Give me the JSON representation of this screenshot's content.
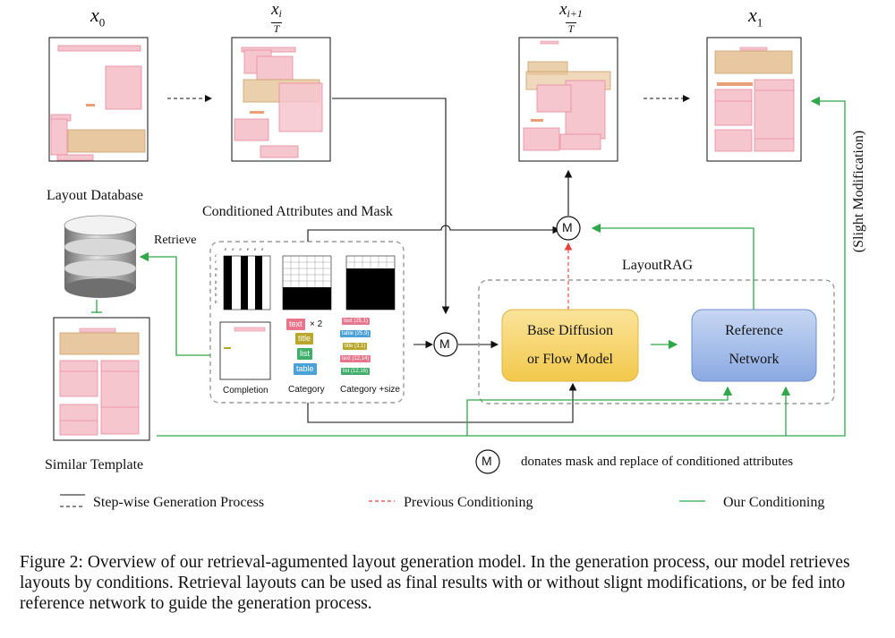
{
  "labels": {
    "x0": "x",
    "x0_sub": "0",
    "xi_top": "x",
    "xi_sub": "i",
    "xi_den": "T",
    "xi1_top": "x",
    "xi1_sub": "i+1",
    "xi1_den": "T",
    "x1": "x",
    "x1_sub": "1",
    "layout_database": "Layout Database",
    "retrieve": "Retrieve",
    "conditioned": "Conditioned Attributes and Mask",
    "similar_template": "Similar Template",
    "layoutrag": "LayoutRAG",
    "slight_mod": "(Slight Modification)",
    "mask_symbol": "M",
    "mask_note": "donates mask and replace of conditioned attributes"
  },
  "boxes": {
    "base_line1": "Base Diffusion",
    "base_line2": "or Flow Model",
    "ref_line1": "Reference",
    "ref_line2": "Network"
  },
  "panel": {
    "completion": "Completion",
    "category": "Category",
    "category_size": "Category +size",
    "text_times": "× 2",
    "tag_text": "text",
    "tag_title": "title",
    "tag_list": "list",
    "tag_table": "table",
    "size_tags": [
      "text (25,1)",
      "table (25,9)",
      "title (3,1)",
      "text (12,14)",
      "list (12,16)"
    ],
    "row_labels": [
      "c",
      "c",
      "w",
      "h",
      "b",
      "b",
      "b",
      "b"
    ],
    "col_labels": [
      "e",
      "e",
      "e",
      "e",
      "e",
      "e"
    ]
  },
  "legend": {
    "stepwise": "Step-wise Generation Process",
    "previous": "Previous Conditioning",
    "ours": "Our Conditioning"
  },
  "caption": "Figure 2: Overview of our retrieval-agumented layout generation model. In the generation process, our model retrieves layouts by conditions. Retrieval layouts can be used as final results with or without slignt modifications, or be fed into reference network to guide the generation process.",
  "colors": {
    "pink_fill": "#f6c6cf",
    "pink_stroke": "#e98a9c",
    "tan_fill": "#e8c8a0",
    "tan_stroke": "#c9a06a",
    "base_fill": "#f7d774",
    "ref_fill": "#a9c1ec",
    "green": "#2fa84a",
    "red_dash": "#e8413a",
    "tag_pink": "#e8758c",
    "tag_olive": "#b8a72a",
    "tag_green": "#3fae6a",
    "tag_blue": "#4aa1d6"
  }
}
